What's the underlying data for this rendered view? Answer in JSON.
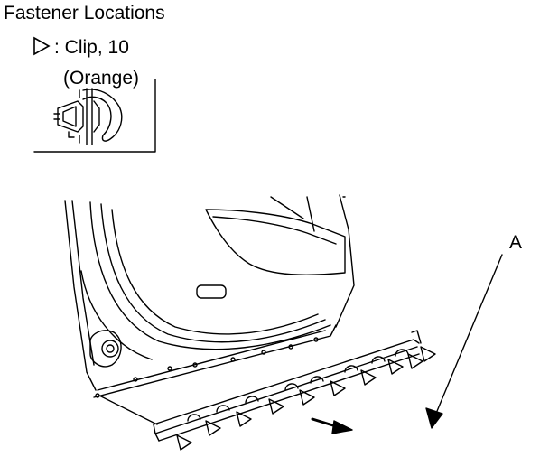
{
  "title": "Fastener Locations",
  "legend": {
    "symbol_icon": "clip-triangle-icon",
    "text": ": Clip, 10",
    "subtext": "(Orange)"
  },
  "callout_label": "A",
  "colors": {
    "ink": "#000000",
    "background": "#ffffff"
  }
}
